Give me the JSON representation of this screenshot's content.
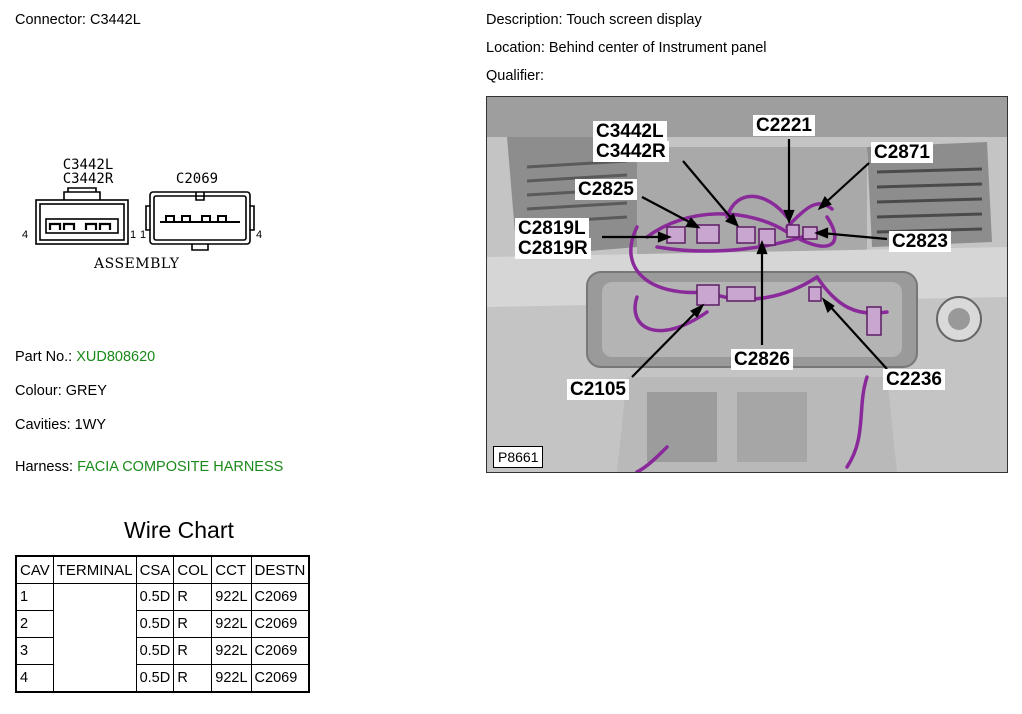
{
  "connector": {
    "label": "Connector:",
    "value": "C3442L"
  },
  "description": {
    "label": "Description:",
    "value": "Touch screen display"
  },
  "location": {
    "label": "Location:",
    "value": "Behind center of Instrument panel"
  },
  "qualifier": {
    "label": "Qualifier:",
    "value": ""
  },
  "diagram": {
    "left_name_1": "C3442L",
    "left_name_2": "C3442R",
    "right_name": "C2069",
    "left_pin_start": "4",
    "left_pin_end": "1",
    "right_pin_start": "1",
    "right_pin_end": "4",
    "assembly": "ASSEMBLY"
  },
  "photo": {
    "ref": "P8661",
    "callouts": [
      "C3442L",
      "C3442R",
      "C2221",
      "C2871",
      "C2825",
      "C2819L",
      "C2819R",
      "C2823",
      "C2826",
      "C2105",
      "C2236"
    ]
  },
  "part": {
    "label": "Part No.:",
    "value": "XUD808620"
  },
  "colour": {
    "label": "Colour:",
    "value": "GREY"
  },
  "cavities": {
    "label": "Cavities:",
    "value": "1WY"
  },
  "harness": {
    "label": "Harness:",
    "value": "FACIA COMPOSITE HARNESS"
  },
  "wire_chart": {
    "title": "Wire Chart",
    "headers": [
      "CAV",
      "TERMINAL",
      "CSA",
      "COL",
      "CCT",
      "DESTN"
    ],
    "rows": [
      [
        "1",
        "",
        "0.5D",
        "R",
        "922L",
        "C2069"
      ],
      [
        "2",
        "",
        "0.5D",
        "R",
        "922L",
        "C2069"
      ],
      [
        "3",
        "",
        "0.5D",
        "R",
        "922L",
        "C2069"
      ],
      [
        "4",
        "",
        "0.5D",
        "R",
        "922L",
        "C2069"
      ]
    ]
  },
  "colors": {
    "link_green": "#1a8a1a",
    "harness_purple": "#8a2a9a"
  }
}
